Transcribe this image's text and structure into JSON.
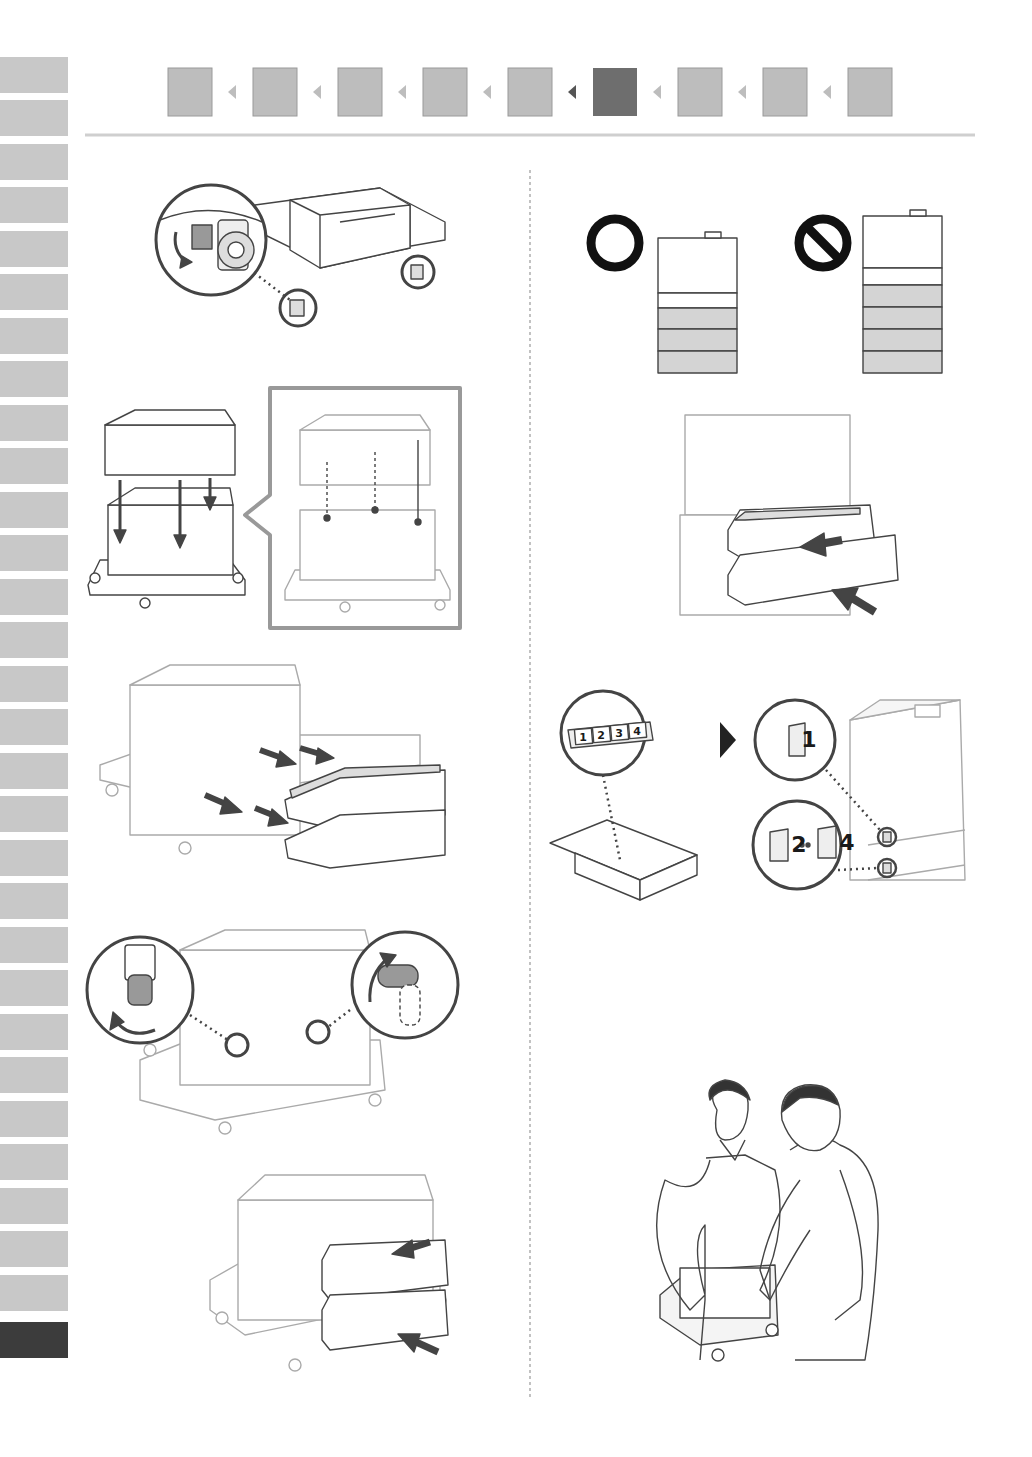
{
  "diagram": {
    "labels": [
      "1",
      "2",
      "3",
      "4",
      "1",
      "2",
      "4"
    ]
  }
}
